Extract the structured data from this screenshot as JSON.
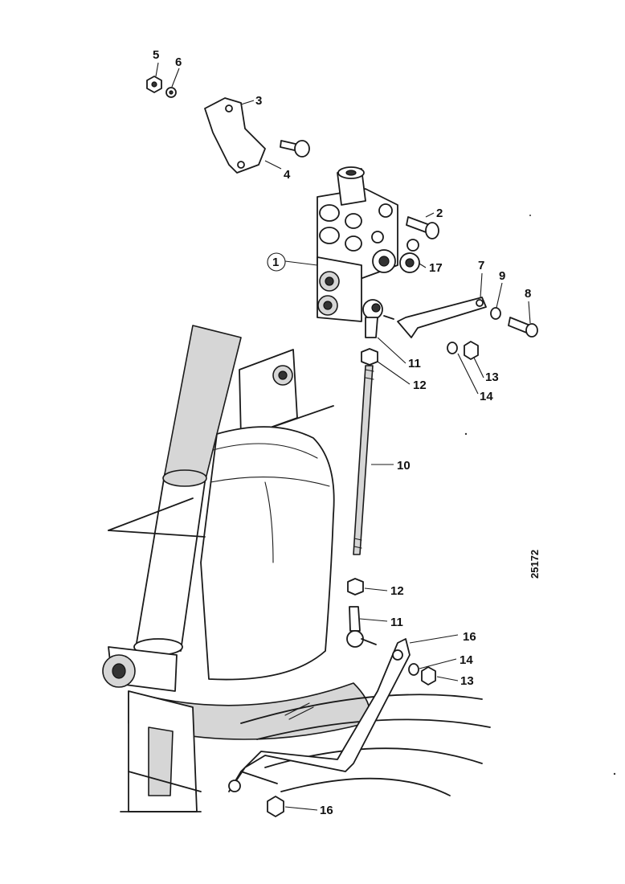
{
  "labels": {
    "l1": "1",
    "l2": "2",
    "l3": "3",
    "l4": "4",
    "l5": "5",
    "l6": "6",
    "l7": "7",
    "l8": "8",
    "l9": "9",
    "l10": "10",
    "l11a": "11",
    "l11b": "11",
    "l12a": "12",
    "l12b": "12",
    "l13a": "13",
    "l13b": "13",
    "l14a": "14",
    "l14b": "14",
    "l16a": "16",
    "l16b": "16",
    "l17": "17",
    "ref": "25172"
  }
}
